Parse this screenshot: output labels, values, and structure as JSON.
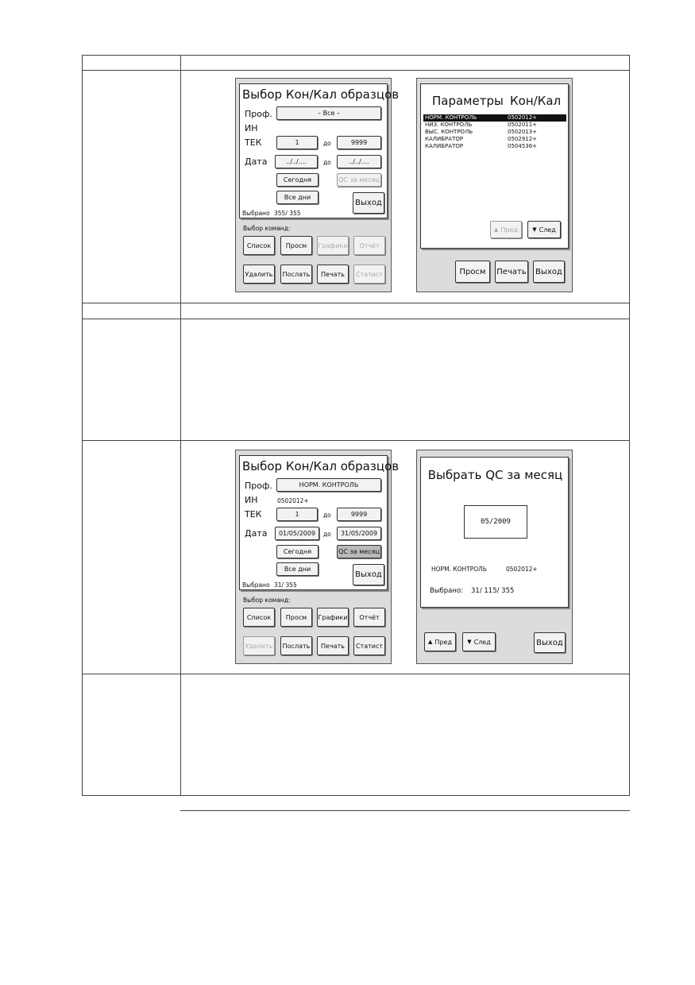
{
  "screen_a": {
    "title": "Выбор Кон/Кал образцов",
    "prof_label": "Проф.",
    "prof_value": "– Все –",
    "in_label": "ИН",
    "tek_label": "ТЕК",
    "tek_from": "1",
    "do1": "до",
    "tek_to": "9999",
    "date_label": "Дата",
    "date_from": "../../....",
    "do2": "до",
    "date_to": "../../....",
    "today_btn": "Сегодня",
    "qc_month_btn": "QC за месяц",
    "all_days_btn": "Все дни",
    "exit_btn": "Выход",
    "selected_label": "Выбрано",
    "selected_value": "355/  355",
    "commands_label": "Выбор команд:",
    "cmd_list": "Список",
    "cmd_view": "Просм",
    "cmd_graphs": "Графики",
    "cmd_report": "Отчёт",
    "cmd_delete": "Удалить",
    "cmd_send": "Послать",
    "cmd_print": "Печать",
    "cmd_stats": "Статист"
  },
  "screen_b": {
    "title_left": "Параметры",
    "title_right": "Кон/Кал",
    "rows": [
      {
        "name": "НОРМ. КОНТРОЛЬ",
        "lot": "0502012+"
      },
      {
        "name": "НИЗ. КОНТРОЛЬ",
        "lot": "0502011+"
      },
      {
        "name": "ВЫС. КОНТРОЛЬ",
        "lot": "0502013+"
      },
      {
        "name": "КАЛИБРАТОР",
        "lot": "0502912+"
      },
      {
        "name": "КАЛИБРАТОР",
        "lot": "0504536+"
      }
    ],
    "prev_btn": "Пред",
    "next_btn": "След",
    "view_btn": "Просм",
    "print_btn": "Печать",
    "exit_btn": "Выход"
  },
  "screen_c": {
    "title": "Выбор Кон/Кал образцов",
    "prof_label": "Проф.",
    "prof_value": "НОРМ. КОНТРОЛЬ",
    "in_label": "ИН",
    "in_value": "0502012+",
    "tek_label": "ТЕК",
    "tek_from": "1",
    "do1": "до",
    "tek_to": "9999",
    "date_label": "Дата",
    "date_from": "01/05/2009",
    "do2": "до",
    "date_to": "31/05/2009",
    "today_btn": "Сегодня",
    "qc_month_btn": "QC за месяц",
    "all_days_btn": "Все дни",
    "exit_btn": "Выход",
    "selected_label": "Выбрано",
    "selected_value": "31/  355",
    "commands_label": "Выбор команд:",
    "cmd_list": "Список",
    "cmd_view": "Просм",
    "cmd_graphs": "Графики",
    "cmd_report": "Отчёт",
    "cmd_delete": "Удалить",
    "cmd_send": "Послать",
    "cmd_print": "Печать",
    "cmd_stats": "Статист"
  },
  "screen_d": {
    "title": "Выбрать QC за месяц",
    "month_value": "05/2009",
    "control_name": "НОРМ. КОНТРОЛЬ",
    "control_lot": "0502012+",
    "selected_label": "Выбрано:",
    "selected_value": "31/  115/  355",
    "prev_btn": "Пред",
    "next_btn": "След",
    "exit_btn": "Выход"
  }
}
